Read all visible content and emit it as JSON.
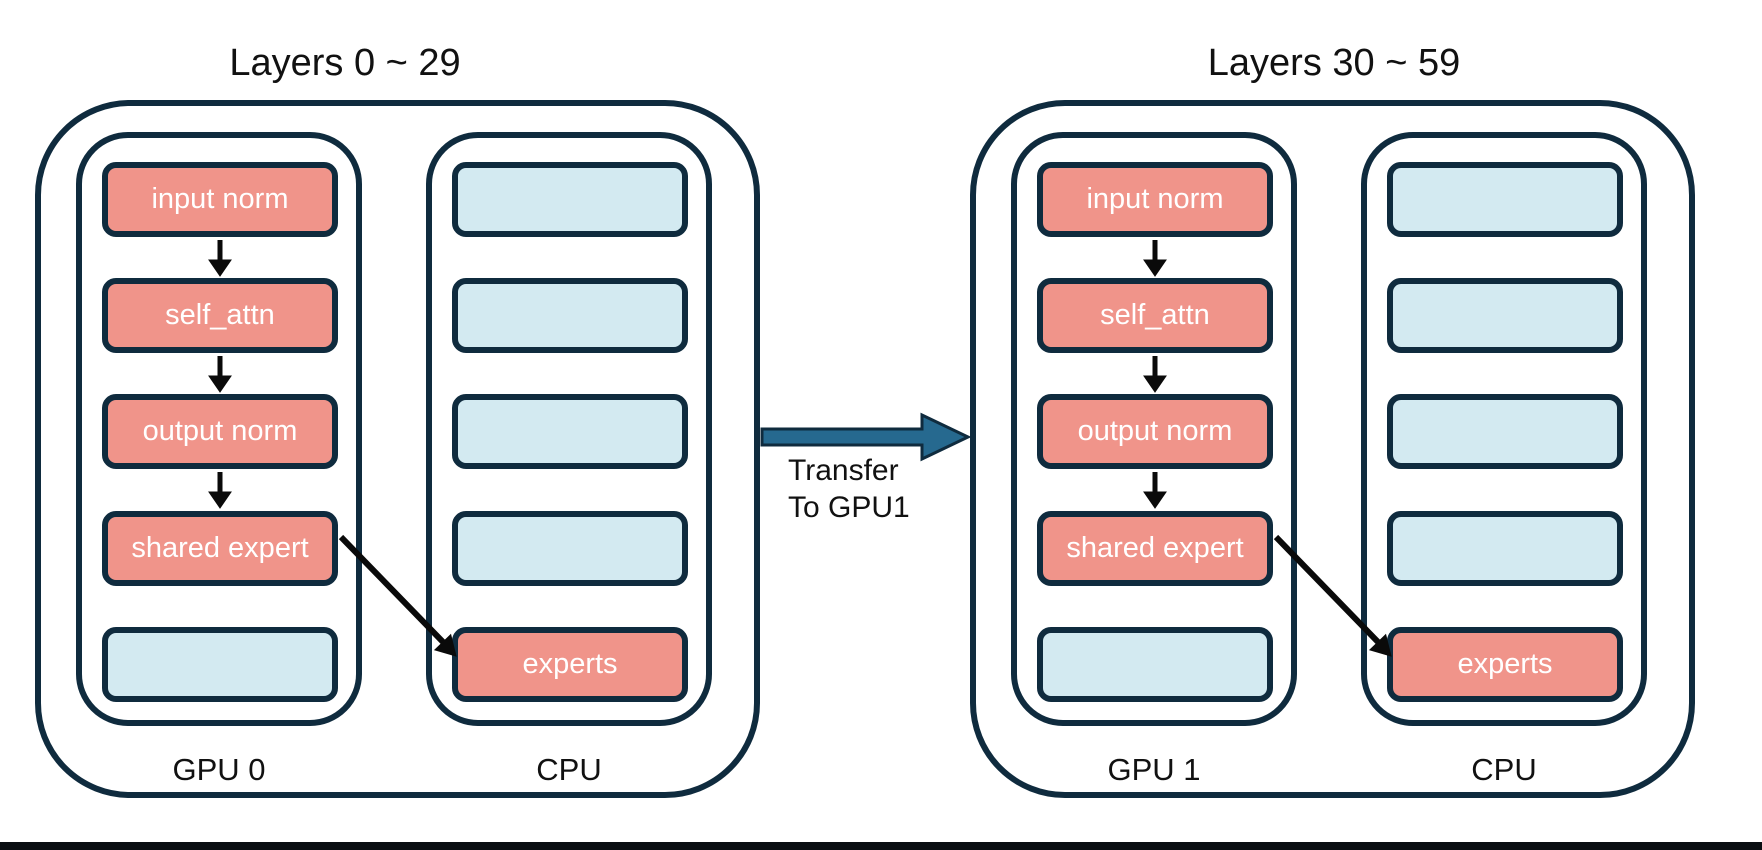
{
  "titles": [
    {
      "text": "Layers 0 ~ 29"
    },
    {
      "text": "Layers 30 ~ 59"
    }
  ],
  "transfer_label": {
    "line1": "Transfer",
    "line2": "To GPU1"
  },
  "groups": [
    {
      "columns": [
        {
          "device": "GPU 0",
          "boxes": [
            "input norm",
            "self_attn",
            "output norm",
            "shared expert",
            ""
          ]
        },
        {
          "device": "CPU",
          "boxes": [
            "",
            "",
            "",
            "",
            "experts"
          ]
        }
      ]
    },
    {
      "columns": [
        {
          "device": "GPU 1",
          "boxes": [
            "input norm",
            "self_attn",
            "output norm",
            "shared expert",
            ""
          ]
        },
        {
          "device": "CPU",
          "boxes": [
            "",
            "",
            "",
            "",
            "experts"
          ]
        }
      ]
    }
  ],
  "colors": {
    "navy": "#0F2B3E",
    "salmon": "#F0948A",
    "light_blue": "#D3EAF1",
    "arrow_blue": "#26698F",
    "black_arrow": "#0A0A0A",
    "bottom_bar": "#0A0E12",
    "text": "#111111"
  }
}
